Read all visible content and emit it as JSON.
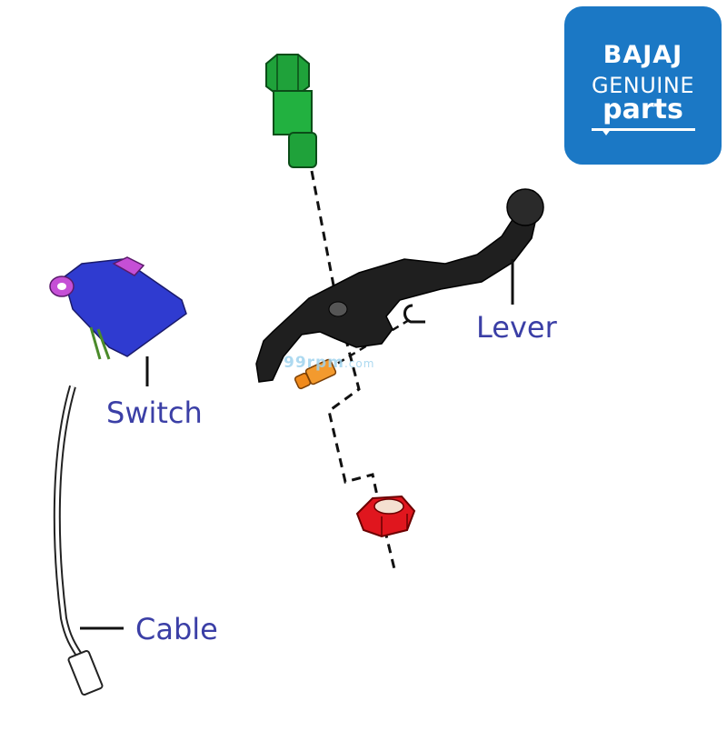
{
  "logo": {
    "brand": "BAJAJ",
    "line2": "GENUINE",
    "line3": "parts",
    "color": "#1b78c5"
  },
  "labels": {
    "lever": "Lever",
    "switch": "Switch",
    "cable": "Cable"
  },
  "watermark": {
    "main": "99rpm",
    "suffix": ".com"
  },
  "part_colors": {
    "bolt": "#1fa23a",
    "lever": "#1f1f1f",
    "nut": "#e0161e",
    "pin": "#f08a1c",
    "switch": "#2f3bd0",
    "label_text": "#3b3fa6"
  }
}
